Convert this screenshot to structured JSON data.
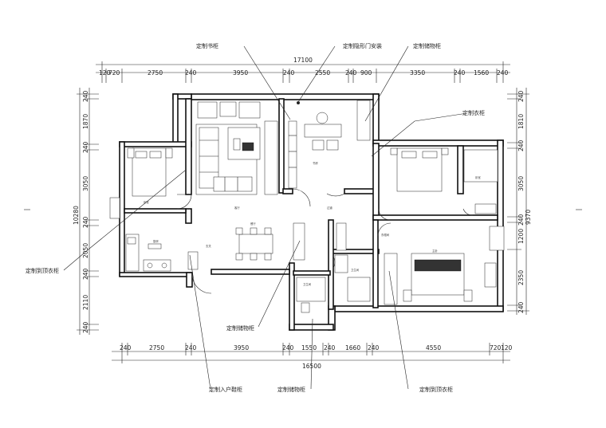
{
  "drawing": {
    "total_top": "17100",
    "total_bottom": "16500",
    "total_left": "10280",
    "total_right": "9370",
    "top_dims": [
      "120",
      "720",
      "2750",
      "240",
      "3950",
      "240",
      "2550",
      "240",
      "900",
      "3350",
      "240",
      "1560",
      "240"
    ],
    "bottom_dims": [
      "240",
      "2750",
      "240",
      "3950",
      "240",
      "1550",
      "240",
      "1660",
      "240",
      "4550",
      "720",
      "120"
    ],
    "left_dims": [
      "240",
      "1870",
      "240",
      "3050",
      "240",
      "2050",
      "240",
      "2110",
      "240"
    ],
    "right_dims": [
      "240",
      "1810",
      "240",
      "3050",
      "240",
      "1200",
      "2350",
      "240"
    ]
  },
  "notes": {
    "bookcase": "定制书柜",
    "sliding_door": "定制隐形门安装",
    "storage_cabinet": "定制储物柜",
    "wardrobe": "定制衣柜",
    "walkin_wardrobe_left": "定制到顶衣柜",
    "storage_mid": "定制储物柜",
    "shoe_cabinet": "定制入户鞋柜",
    "storage_bottom": "定制储物柜",
    "walkin_wardrobe_right": "定制到顶衣柜"
  },
  "rooms": {
    "living": "客厅",
    "study": "书房",
    "bedroom_nw": "卧室",
    "master": "主卧",
    "bedroom_ne": "卧室",
    "kitchen": "厨房",
    "dining": "餐厅",
    "entry": "玄关",
    "bath1": "卫生间",
    "bath2": "卫生间",
    "aisle": "过道",
    "closet": "衣帽间"
  }
}
